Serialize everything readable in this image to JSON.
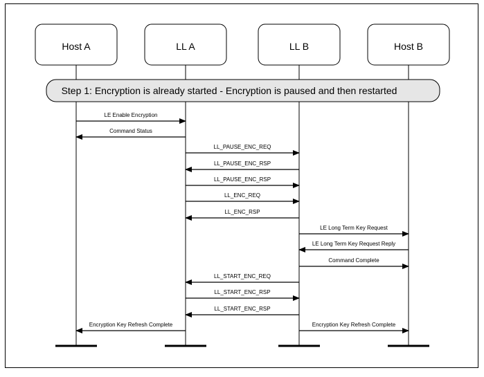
{
  "lanes": [
    {
      "label": "Host A"
    },
    {
      "label": "LL A"
    },
    {
      "label": "LL B"
    },
    {
      "label": "Host B"
    }
  ],
  "step": {
    "label": "Step 1: Encryption is already started - Encryption is paused and then restarted"
  },
  "messages": [
    {
      "label": "LE Enable Encryption",
      "from": 0,
      "to": 1
    },
    {
      "label": "Command Status",
      "from": 1,
      "to": 0
    },
    {
      "label": "LL_PAUSE_ENC_REQ",
      "from": 1,
      "to": 2
    },
    {
      "label": "LL_PAUSE_ENC_RSP",
      "from": 2,
      "to": 1
    },
    {
      "label": "LL_PAUSE_ENC_RSP",
      "from": 1,
      "to": 2
    },
    {
      "label": "LL_ENC_REQ",
      "from": 1,
      "to": 2
    },
    {
      "label": "LL_ENC_RSP",
      "from": 2,
      "to": 1
    },
    {
      "label": "LE Long Term Key Request",
      "from": 2,
      "to": 3
    },
    {
      "label": "LE Long Term Key Request Reply",
      "from": 3,
      "to": 2
    },
    {
      "label": "Command Complete",
      "from": 2,
      "to": 3
    },
    {
      "label": "LL_START_ENC_REQ",
      "from": 2,
      "to": 1
    },
    {
      "label": "LL_START_ENC_RSP",
      "from": 1,
      "to": 2
    },
    {
      "label": "LL_START_ENC_RSP",
      "from": 2,
      "to": 1
    },
    {
      "label": "Encryption Key Refresh Complete",
      "from": 1,
      "to": 0
    },
    {
      "label": "Encryption Key Refresh Complete",
      "from": 2,
      "to": 3
    }
  ]
}
